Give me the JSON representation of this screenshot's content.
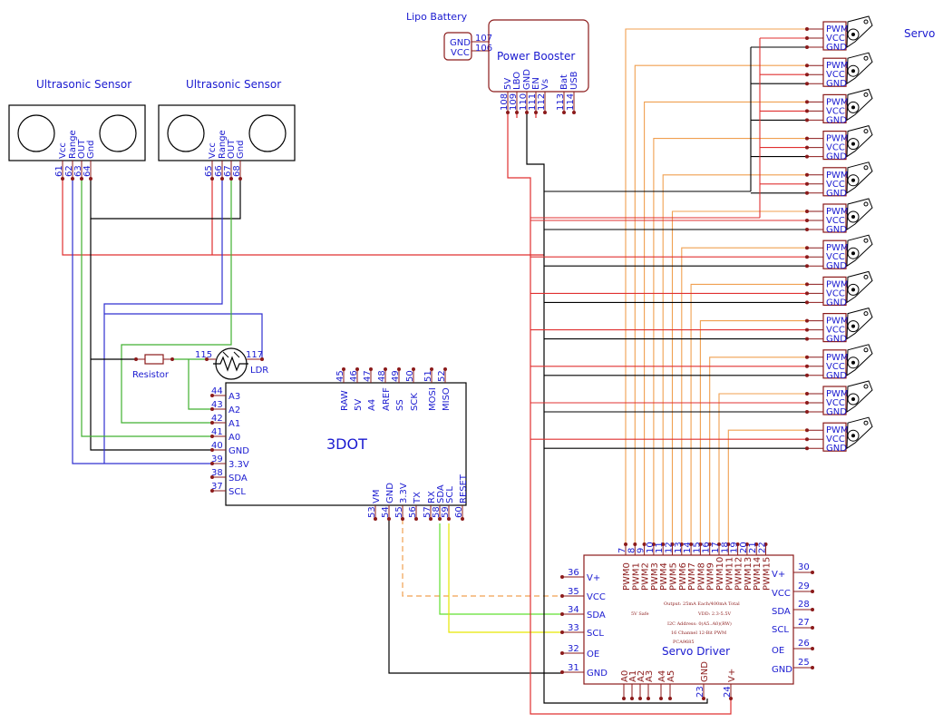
{
  "title": "3DOT",
  "lipo": {
    "title": "Lipo Battery",
    "pins": [
      {
        "name": "GND",
        "num": "107"
      },
      {
        "name": "VCC",
        "num": "106"
      }
    ]
  },
  "booster": {
    "title": "Power Booster",
    "pins": [
      {
        "name": "5V",
        "num": "108"
      },
      {
        "name": "LBO",
        "num": "109"
      },
      {
        "name": "GND",
        "num": "110"
      },
      {
        "name": "EN",
        "num": "111"
      },
      {
        "name": "Vs",
        "num": "112"
      },
      {
        "name": "Bat",
        "num": "113"
      },
      {
        "name": "USB",
        "num": "114"
      }
    ]
  },
  "sensors": [
    {
      "title": "Ultrasonic Sensor",
      "pins": [
        {
          "name": "Vcc",
          "num": "61"
        },
        {
          "name": "Range",
          "num": "62"
        },
        {
          "name": "OUT",
          "num": "63"
        },
        {
          "name": "Gnd",
          "num": "64"
        }
      ]
    },
    {
      "title": "Ultrasonic Sensor",
      "pins": [
        {
          "name": "Vcc",
          "num": "65"
        },
        {
          "name": "Range",
          "num": "66"
        },
        {
          "name": "OUT",
          "num": "67"
        },
        {
          "name": "Gnd",
          "num": "68"
        }
      ]
    }
  ],
  "resistor": {
    "label": "Resistor"
  },
  "ldr": {
    "label": "LDR",
    "pins": [
      "115",
      "117"
    ]
  },
  "dot3": {
    "left_pins": [
      {
        "num": "44",
        "name": "A3"
      },
      {
        "num": "43",
        "name": "A2"
      },
      {
        "num": "42",
        "name": "A1"
      },
      {
        "num": "41",
        "name": "A0"
      },
      {
        "num": "40",
        "name": "GND"
      },
      {
        "num": "39",
        "name": "3.3V"
      },
      {
        "num": "38",
        "name": "SDA"
      },
      {
        "num": "37",
        "name": "SCL"
      }
    ],
    "top_pins": [
      {
        "num": "45",
        "name": "RAW"
      },
      {
        "num": "46",
        "name": "5V"
      },
      {
        "num": "47",
        "name": "A4"
      },
      {
        "num": "48",
        "name": "AREF"
      },
      {
        "num": "49",
        "name": "SS"
      },
      {
        "num": "50",
        "name": "SCK"
      },
      {
        "num": "51",
        "name": "MOSI"
      },
      {
        "num": "52",
        "name": "MISO"
      }
    ],
    "bottom_pins": [
      {
        "num": "53",
        "name": "VM"
      },
      {
        "num": "54",
        "name": "GND"
      },
      {
        "num": "55",
        "name": "3.3V"
      },
      {
        "num": "56",
        "name": "TX"
      },
      {
        "num": "57",
        "name": "RX"
      },
      {
        "num": "58",
        "name": "SDA"
      },
      {
        "num": "59",
        "name": "SCL"
      },
      {
        "num": "60",
        "name": "RESET"
      }
    ]
  },
  "servo_label": "Servo",
  "servo_pins": [
    "PWM",
    "VCC",
    "GND"
  ],
  "servo_driver": {
    "title": "Servo Driver",
    "left_pins": [
      {
        "num": "36",
        "name": "V+"
      },
      {
        "num": "35",
        "name": "VCC"
      },
      {
        "num": "34",
        "name": "SDA"
      },
      {
        "num": "33",
        "name": "SCL"
      },
      {
        "num": "32",
        "name": "OE"
      },
      {
        "num": "31",
        "name": "GND"
      }
    ],
    "right_pins": [
      {
        "num": "30",
        "name": "V+"
      },
      {
        "num": "29",
        "name": "VCC"
      },
      {
        "num": "28",
        "name": "SDA"
      },
      {
        "num": "27",
        "name": "SCL"
      },
      {
        "num": "26",
        "name": "OE"
      },
      {
        "num": "25",
        "name": "GND"
      }
    ],
    "top_pins": [
      {
        "num": "7",
        "name": "PWM0"
      },
      {
        "num": "8",
        "name": "PWM1"
      },
      {
        "num": "9",
        "name": "PWM2"
      },
      {
        "num": "10",
        "name": "PWM3"
      },
      {
        "num": "11",
        "name": "PWM4"
      },
      {
        "num": "12",
        "name": "PWM5"
      },
      {
        "num": "13",
        "name": "PWM6"
      },
      {
        "num": "14",
        "name": "PWM7"
      },
      {
        "num": "15",
        "name": "PWM8"
      },
      {
        "num": "16",
        "name": "PWM9"
      },
      {
        "num": "17",
        "name": "PWM10"
      },
      {
        "num": "18",
        "name": "PWM11"
      },
      {
        "num": "19",
        "name": "PWM12"
      },
      {
        "num": "20",
        "name": "PWM13"
      },
      {
        "num": "21",
        "name": "PWM14"
      },
      {
        "num": "22",
        "name": "PWM15"
      }
    ],
    "bottom_pins": [
      {
        "num": "1",
        "name": "A0"
      },
      {
        "num": "2",
        "name": "A1"
      },
      {
        "num": "3",
        "name": "A2"
      },
      {
        "num": "4",
        "name": "A3"
      },
      {
        "num": "5",
        "name": "A4"
      },
      {
        "num": "6",
        "name": "A5"
      },
      {
        "num": "23",
        "name": "GND"
      },
      {
        "num": "24",
        "name": "V+"
      }
    ],
    "notes": [
      "Output: 25mA Each/400mA Total",
      "5V Safe",
      "VDD: 2.3-5.5V",
      "I2C Address: 0(A5..A0)(RW)",
      "16 Channel 12-Bit PWM",
      "PCA9685"
    ]
  },
  "colors": {
    "red": "#e03030",
    "black": "#000000",
    "blue": "#3030d0",
    "green": "#40b030",
    "orange": "#f0a050",
    "yellow": "#ffff40",
    "lime": "#60e030"
  }
}
